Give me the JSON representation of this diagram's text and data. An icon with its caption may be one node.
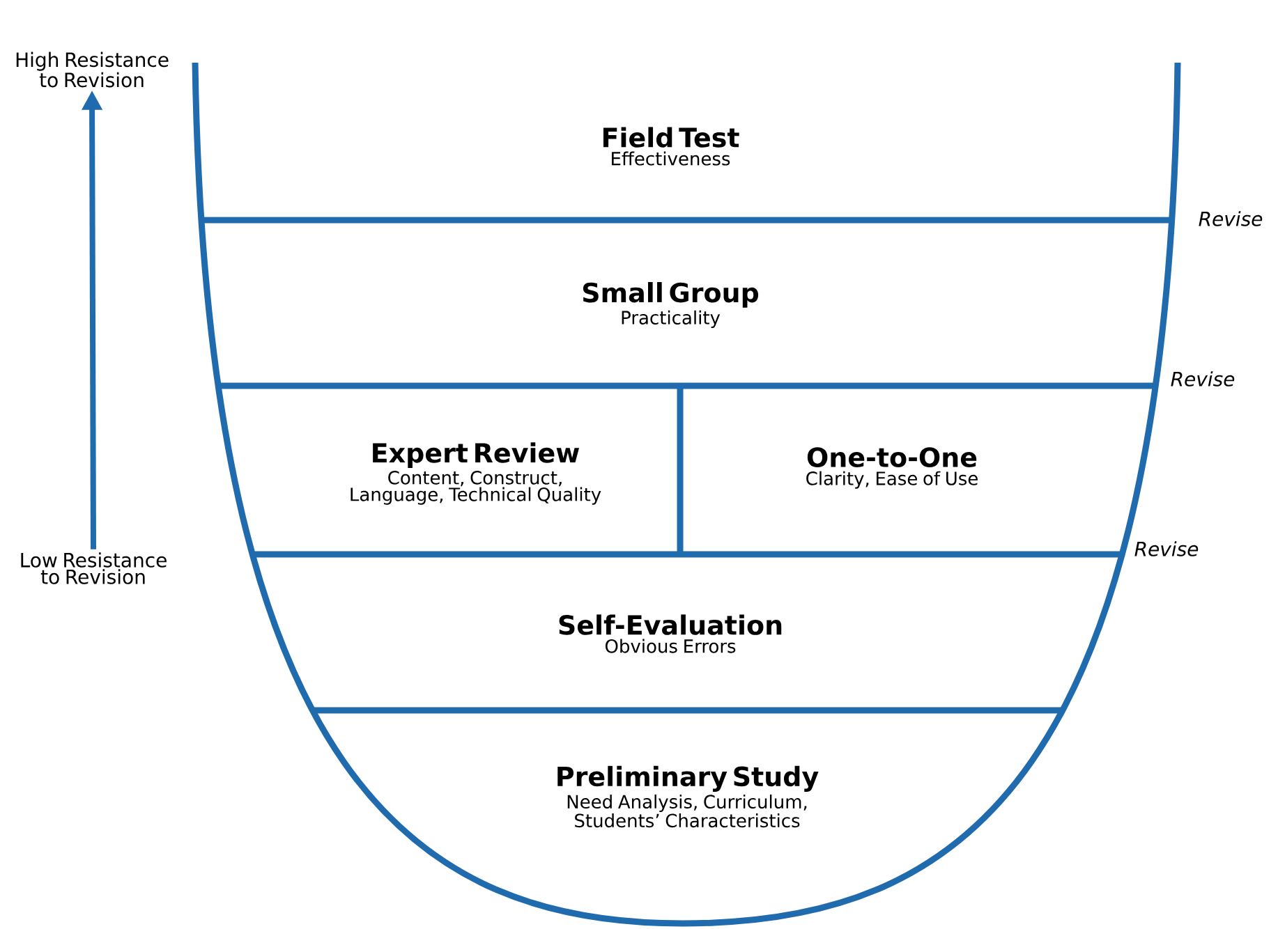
{
  "diagram": {
    "nodes": [
      {
        "text": [
          "Field Test",
          "Effectiveness"
        ]
      },
      {
        "text": [
          "Small Group",
          "Practicality"
        ]
      },
      {
        "text": [
          "Expert Review",
          "Content, Construct, Language, Technical Quality"
        ]
      },
      {
        "text": [
          "One-to-One",
          "Clarity, Ease of Use"
        ]
      },
      {
        "text": [
          "Self-Evaluation",
          "Obvious Errors"
        ]
      },
      {
        "text": [
          "Preliminary Study",
          "Need Analysis, Curriculum, Students’ Characteristics"
        ]
      },
      {
        "text": [
          "High Resistance to Revision"
        ]
      },
      {
        "text": [
          "Low Resistance to Revision"
        ]
      }
    ],
    "edges": [
      {
        "from": 7,
        "to": 6,
        "arrow": "to"
      }
    ],
    "labels": [
      "Revise",
      "Revise",
      "Revise"
    ]
  }
}
